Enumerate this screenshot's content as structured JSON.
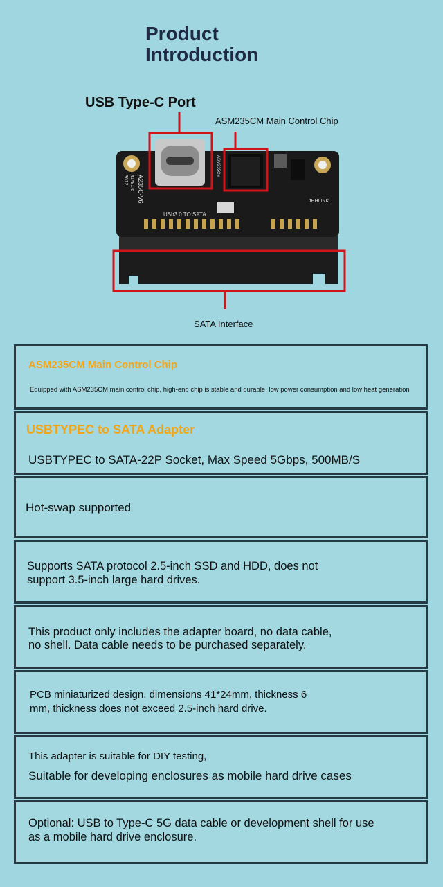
{
  "page": {
    "title": "Product Introduction"
  },
  "callouts": {
    "usb_port": "USB Type-C Port",
    "main_chip": "ASM235CM Main Control Chip",
    "sata_interface": "SATA Interface"
  },
  "board_silkscreen": {
    "model": "A235C-V6",
    "date1": "41*81.6",
    "date2": "3612",
    "usb_to_sata": "USb3.0 TO SATA",
    "brand": "JHHLINK",
    "chip_mark": "ASM235CM"
  },
  "panels": [
    {
      "title": "ASM235CM Main Control Chip",
      "text": "Equipped with ASM235CM main control chip, high-end chip is stable and durable, low power consumption and low heat generation"
    },
    {
      "title": "USBTYPEC to SATA Adapter",
      "text": "USBTYPEC to SATA-22P Socket, Max Speed 5Gbps, 500MB/S"
    },
    {
      "text": "Hot-swap supported"
    },
    {
      "line1": "Supports SATA protocol 2.5-inch SSD and HDD, does not",
      "line2": "support 3.5-inch large hard drives."
    },
    {
      "line1": "This product only includes the adapter board, no data cable,",
      "line2": "no shell. Data cable needs to be purchased separately."
    },
    {
      "line1": "PCB miniaturized design, dimensions 41*24mm, thickness 6",
      "line2": "mm, thickness does not exceed 2.5-inch hard drive."
    },
    {
      "line1": "This adapter is suitable for DIY testing,",
      "line2": "Suitable for developing enclosures as mobile hard drive cases"
    },
    {
      "line1": "Optional: USB to Type-C 5G data cable or development shell for use",
      "line2": "as a mobile hard drive enclosure."
    }
  ],
  "colors": {
    "background": "#9fd6e0",
    "accent": "#f2a516",
    "border": "#263a44",
    "callout": "#d0141a",
    "pcb": "#1a1a1a"
  }
}
